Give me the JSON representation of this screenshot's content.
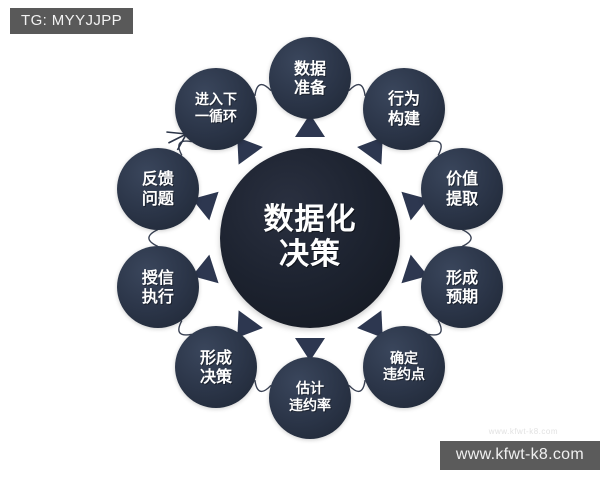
{
  "badge": {
    "label": "TG: MYYJJPP"
  },
  "watermark": {
    "url": "www.kfwt-k8.com",
    "ghost": "www.kfwt-k8.com"
  },
  "diagram": {
    "type": "cycle-hub-and-spoke",
    "center": {
      "line1": "数据化",
      "line2": "决策"
    },
    "colors": {
      "background": "#ffffff",
      "hub_fill": "#1d2330",
      "node_fill": "#2b3548",
      "arrow_fill": "#2d3750",
      "link_stroke": "#3a4254",
      "label_text": "#ffffff",
      "badge_bg": "#595959",
      "watermark_bg": "#5b5b5b"
    },
    "nodes": [
      {
        "id": "node-1",
        "line1": "数据",
        "line2": "准备",
        "angle_deg": 270
      },
      {
        "id": "node-2",
        "line1": "行为",
        "line2": "构建",
        "angle_deg": 306
      },
      {
        "id": "node-3",
        "line1": "价值",
        "line2": "提取",
        "angle_deg": 342
      },
      {
        "id": "node-4",
        "line1": "形成",
        "line2": "预期",
        "angle_deg": 18
      },
      {
        "id": "node-5",
        "line1": "确定",
        "line2": "违约点",
        "angle_deg": 54
      },
      {
        "id": "node-6",
        "line1": "估计",
        "line2": "违约率",
        "angle_deg": 90
      },
      {
        "id": "node-7",
        "line1": "形成",
        "line2": "决策",
        "angle_deg": 126
      },
      {
        "id": "node-8",
        "line1": "授信",
        "line2": "执行",
        "angle_deg": 162
      },
      {
        "id": "node-9",
        "line1": "反馈",
        "line2": "问题",
        "angle_deg": 198
      },
      {
        "id": "node-10",
        "line1": "进入下",
        "line2": "一循环",
        "angle_deg": 234
      }
    ]
  }
}
